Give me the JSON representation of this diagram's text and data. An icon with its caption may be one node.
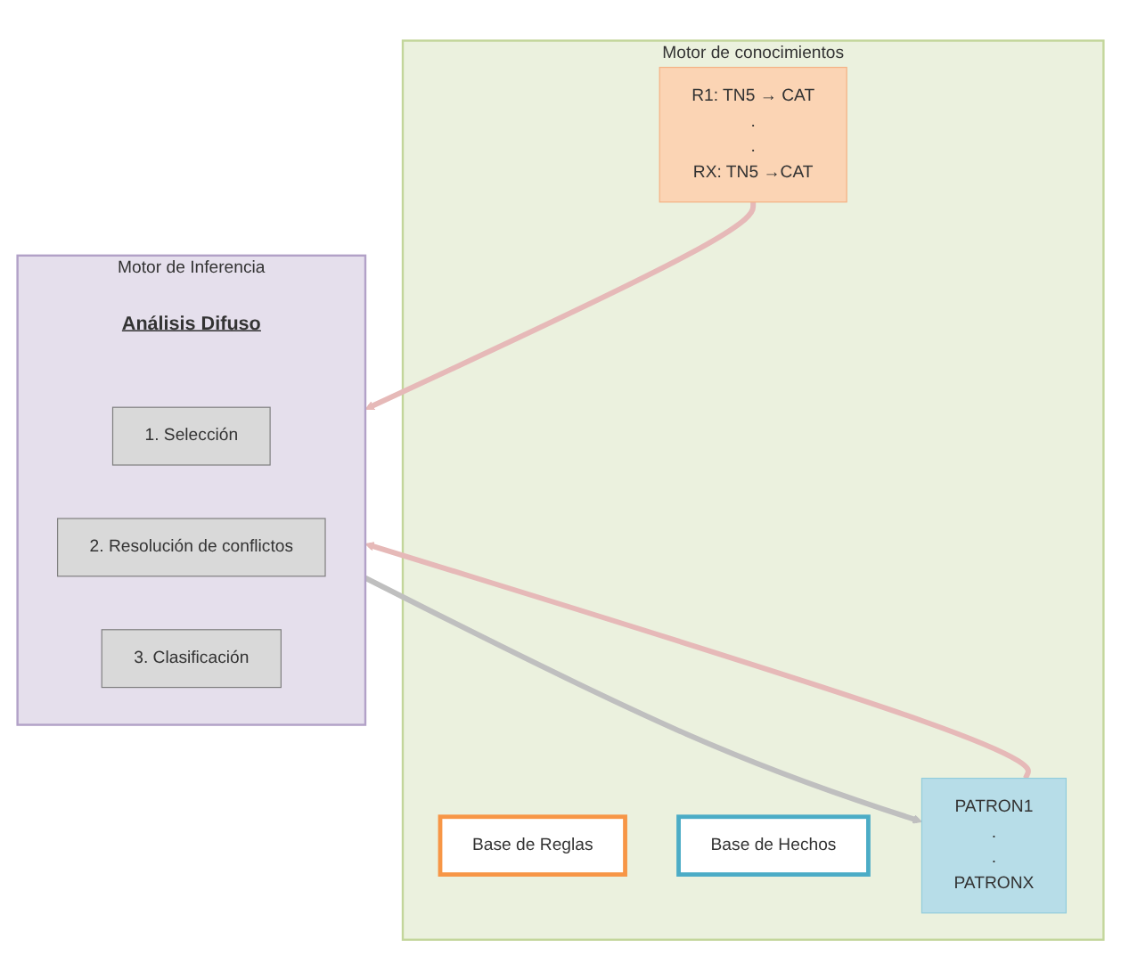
{
  "diagram": {
    "nodes": [
      {
        "text": [
          "Motor de conocimientos"
        ]
      },
      {
        "text": [
          "Base de Reglas"
        ],
        "in": 0
      },
      {
        "text": [
          "R1: TN5 → CAT",
          ".",
          ".",
          "RX: TN5 →CAT"
        ],
        "in": 0
      },
      {
        "text": [
          "Base de Hechos"
        ],
        "in": 0
      },
      {
        "text": [
          "PATRON1",
          ".",
          ".",
          "PATRONX"
        ],
        "in": 0
      },
      {
        "text": [
          "Motor de Inferencia"
        ]
      },
      {
        "text": [
          "Análisis Difuso"
        ],
        "in": 5
      },
      {
        "text": [
          "1. Selección"
        ],
        "in": 5
      },
      {
        "text": [
          "2. Resolución de conflictos"
        ],
        "in": 5
      },
      {
        "text": [
          "3. Clasificación"
        ],
        "in": 5
      }
    ],
    "edges": [
      {
        "from": 2,
        "to": 5,
        "arrow": "to"
      },
      {
        "from": 4,
        "to": 5,
        "arrow": "to"
      },
      {
        "from": 5,
        "to": 4,
        "arrow": "to",
        "color": "#bfbfbf"
      }
    ]
  }
}
